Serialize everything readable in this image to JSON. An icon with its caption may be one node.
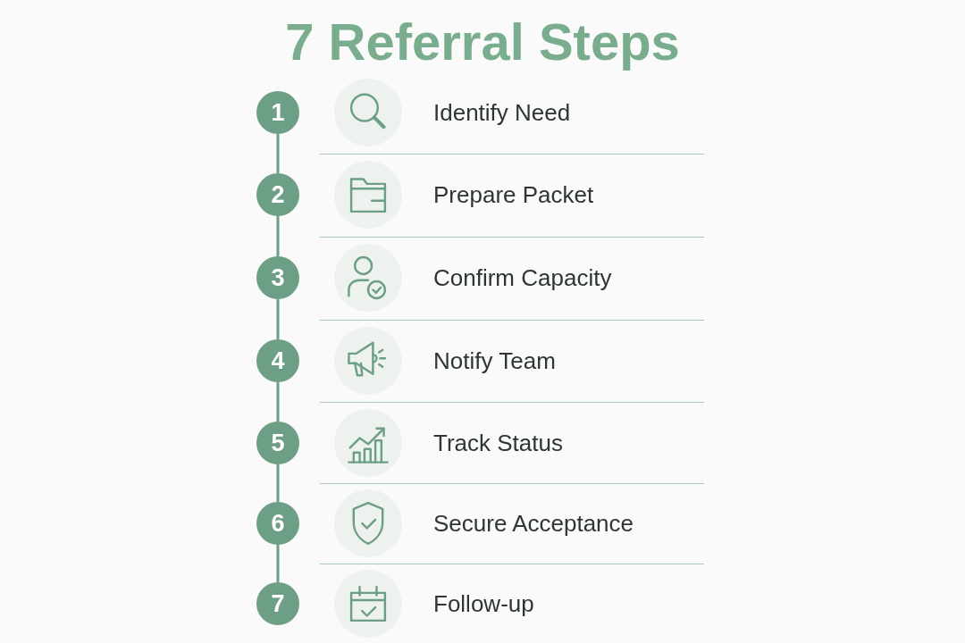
{
  "diagram": {
    "title": "7 Referral Steps",
    "nodes": [
      {
        "text": [
          "1"
        ]
      },
      {
        "text": [
          "2"
        ]
      },
      {
        "text": [
          "3"
        ]
      },
      {
        "text": [
          "4"
        ]
      },
      {
        "text": [
          "5"
        ]
      },
      {
        "text": [
          "6"
        ]
      },
      {
        "text": [
          "7"
        ]
      }
    ],
    "edges": [
      {
        "from": 0,
        "to": 1,
        "arrow": "none"
      },
      {
        "from": 1,
        "to": 2,
        "arrow": "none"
      },
      {
        "from": 2,
        "to": 3,
        "arrow": "none"
      },
      {
        "from": 3,
        "to": 4,
        "arrow": "none"
      },
      {
        "from": 4,
        "to": 5,
        "arrow": "none"
      },
      {
        "from": 5,
        "to": 6,
        "arrow": "none"
      }
    ],
    "labels": [
      "Identify Need",
      "Prepare Packet",
      "Confirm Capacity",
      "Notify Team",
      "Track Status",
      "Secure Acceptance",
      "Follow-up"
    ]
  }
}
